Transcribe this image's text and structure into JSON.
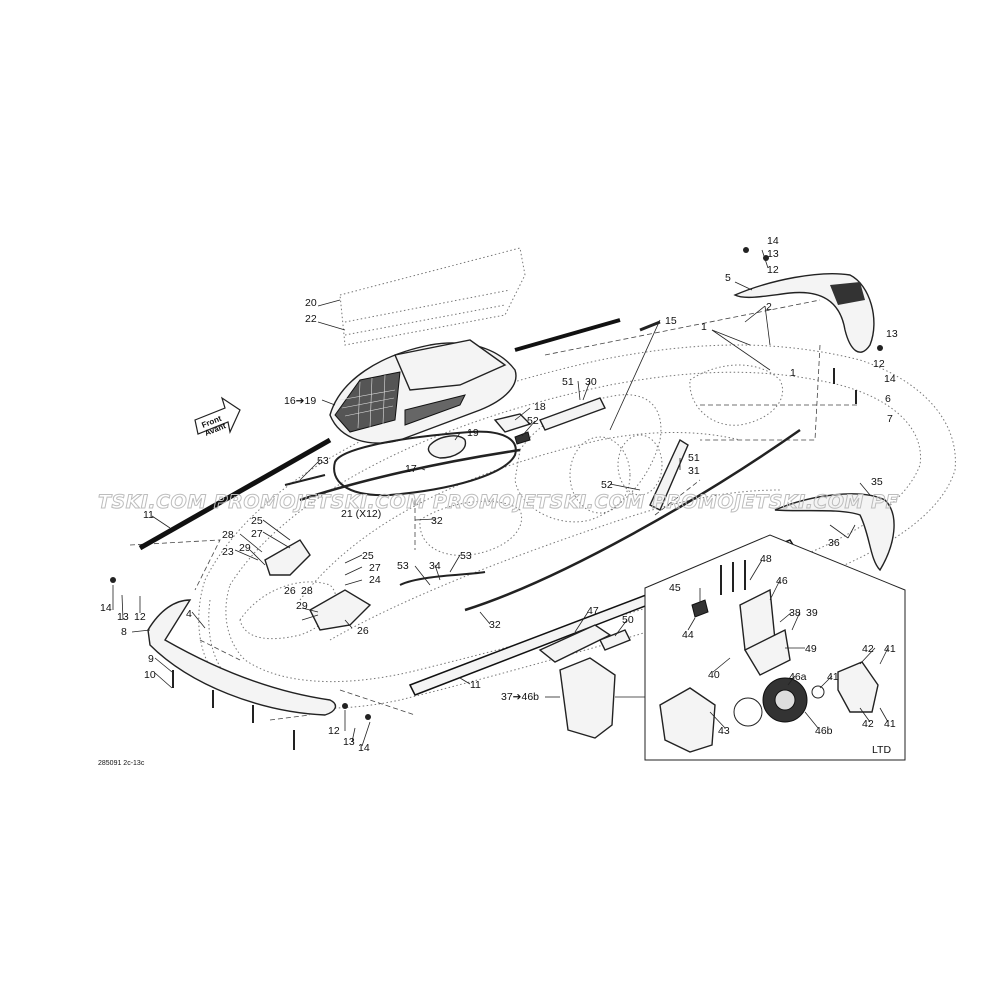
{
  "diagram": {
    "drawing_code": "285091 2c-13c",
    "front_badge": {
      "line1": "Front",
      "line2": "Avant"
    },
    "inset_tag": "LTD",
    "watermark": "TSKI.COM  PROMOJETSKI.COM  PROMOJETSKI.COM  PROMOJETSKI.COM  PF",
    "callouts": {
      "c14a": "14",
      "c13a": "13",
      "c12a": "12",
      "c5": "5",
      "c2": "2",
      "c1a": "1",
      "c1b": "1",
      "c15": "15",
      "c13b": "13",
      "c12b": "12",
      "c14b": "14",
      "c6": "6",
      "c7": "7",
      "c20": "20",
      "c22": "22",
      "c16_19": "16➔19",
      "c51a": "51",
      "c30": "30",
      "c18": "18",
      "c52a": "52",
      "c19": "19",
      "c17": "17",
      "c53a": "53",
      "c51b": "51",
      "c31": "31",
      "c52b": "52",
      "c35": "35",
      "c36": "36",
      "c11a": "11",
      "c21": "21 (X12)",
      "c32a": "32",
      "c25a": "25",
      "c27a": "27",
      "c28a": "28",
      "c29a": "29",
      "c23": "23",
      "c26a": "26",
      "c25b": "25",
      "c27b": "27",
      "c24": "24",
      "c28b": "28",
      "c29b": "29",
      "c26b": "26",
      "c53b": "53",
      "c34": "34",
      "c53c": "53",
      "c32b": "32",
      "c14c": "14",
      "c13c": "13",
      "c12c": "12",
      "c8": "8",
      "c4": "4",
      "c9": "9",
      "c10": "10",
      "c12d": "12",
      "c13d": "13",
      "c14d": "14",
      "c11b": "11",
      "c47": "47",
      "c50": "50",
      "c37_46b": "37➔46b",
      "c48": "48",
      "c45": "45",
      "c46": "46",
      "c44": "44",
      "c38": "38",
      "c39": "39",
      "c49": "49",
      "c40": "40",
      "c46a": "46a",
      "c42a": "42",
      "c41a": "41",
      "c41b": "41",
      "c42b": "42",
      "c41c": "41",
      "c43": "43",
      "c46b": "46b"
    }
  }
}
